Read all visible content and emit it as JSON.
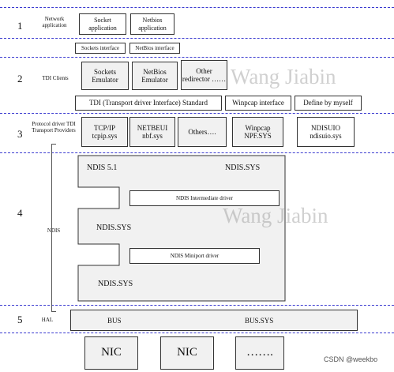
{
  "levels": {
    "l1": "1",
    "l2": "2",
    "l3": "3",
    "l4": "4",
    "l5": "5"
  },
  "side_labels": {
    "network_application": "Network application",
    "tdi_clients": "TDI Clients",
    "protocol_driver": "Protocol driver TDI Transport Providers",
    "ndis": "NDIS",
    "hal": "HAL"
  },
  "layer1": {
    "socket_app": "Socket application",
    "netbios_app": "Netbios application",
    "sockets_interface": "Sockets interface",
    "netbios_interface": "NetBios interface"
  },
  "layer2": {
    "sockets_emulator": "Sockets Emulator",
    "netbios_emulator": "NetBios Emulator",
    "other_redirector": "Other redirector ……",
    "tdi_standard": "TDI (Transport driver Interface) Standard",
    "winpcap_interface": "Winpcap interface",
    "define_by_myself": "Define by myself"
  },
  "layer3": {
    "tcpip": "TCP/IP tcpip.sys",
    "netbeui": "NETBEUI nbf.sys",
    "others": "Others….",
    "winpcap": "Winpcap NPF.SYS",
    "ndisuio": "NDISUIO ndisuio.sys"
  },
  "layer4": {
    "ndis51": "NDIS 5.1",
    "ndis_sys_top": "NDIS.SYS",
    "intermediate_driver": "NDIS Intermediate driver",
    "ndis_sys_mid": "NDIS.SYS",
    "miniport_driver": "NDIS Miniport driver",
    "ndis_sys_bottom": "NDIS.SYS"
  },
  "layer5": {
    "bus": "BUS",
    "bus_sys": "BUS.SYS"
  },
  "hardware": {
    "nic1": "NIC",
    "nic2": "NIC",
    "more": "……."
  },
  "watermarks": {
    "wm1": "Wang Jiabin",
    "wm2": "Wang Jiabin",
    "credit": "CSDN @weekbo"
  },
  "colors": {
    "separator": "#3a3ad0",
    "box_fill": "#f1f1f1",
    "border": "#333333"
  }
}
